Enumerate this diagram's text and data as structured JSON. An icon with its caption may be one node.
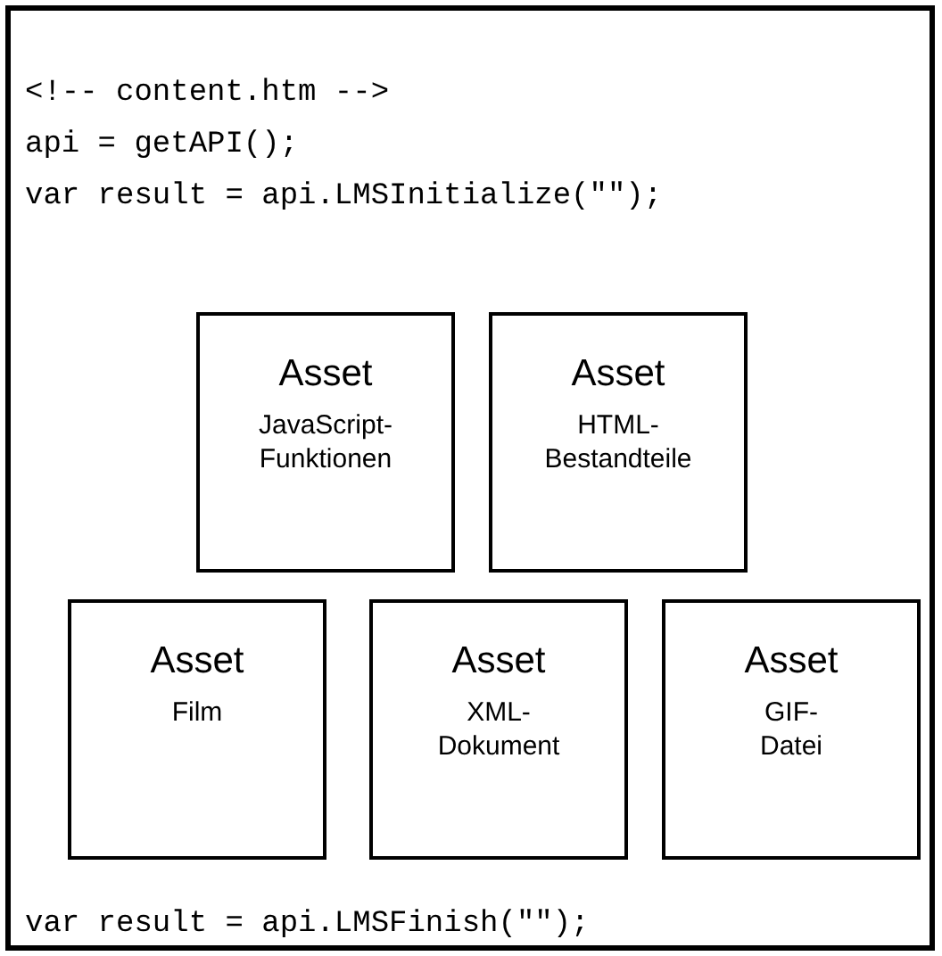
{
  "diagram": {
    "nodes": [
      {
        "text": [
          "<!-- content.htm -->",
          "api = getAPI();",
          "var result = api.LMSInitialize(\"\");",
          "var result = api.LMSFinish(\"\");"
        ]
      },
      {
        "text": [
          "Asset",
          "JavaScript-Funktionen"
        ],
        "in": 0
      },
      {
        "text": [
          "Asset",
          "HTML-Bestandteile"
        ],
        "in": 0
      },
      {
        "text": [
          "Asset",
          "Film"
        ],
        "in": 0
      },
      {
        "text": [
          "Asset",
          "XML-Dokument"
        ],
        "in": 0
      },
      {
        "text": [
          "Asset",
          "GIF-Datei"
        ],
        "in": 0
      }
    ]
  }
}
